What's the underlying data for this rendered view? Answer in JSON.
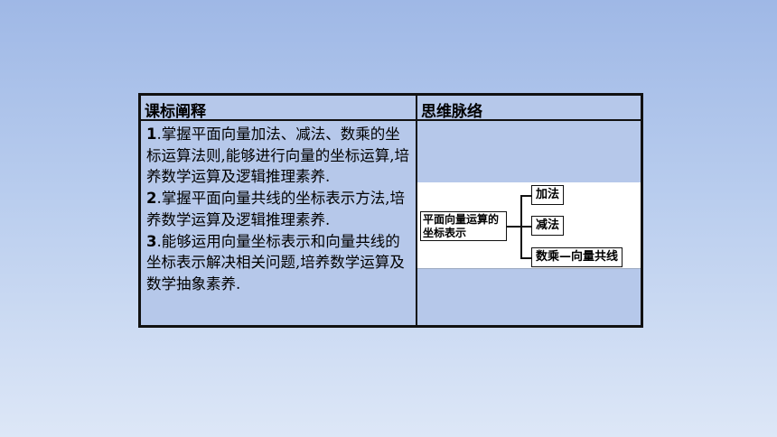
{
  "table": {
    "header_left": "课标阐释",
    "header_right": "思维脉络",
    "standards": [
      {
        "num": "1",
        "text": ".掌握平面向量加法、减法、数乘的坐标运算法则,能够进行向量的坐标运算,培养数学运算及逻辑推理素养."
      },
      {
        "num": "2",
        "text": ".掌握平面向量共线的坐标表示方法,培养数学运算及逻辑推理素养."
      },
      {
        "num": "3",
        "text": ".能够运用向量坐标表示和向量共线的坐标表示解决相关问题,培养数学运算及数学抽象素养."
      }
    ],
    "mindmap": {
      "root": "平面向量运算的坐标表示",
      "branches": [
        "加法",
        "减法",
        "数乘—向量共线"
      ]
    }
  }
}
